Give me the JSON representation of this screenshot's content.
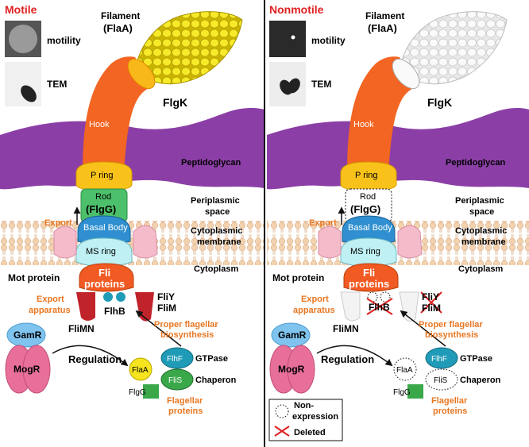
{
  "left_panel": {
    "title": "Motile",
    "inset_labels": {
      "motility": "motility",
      "tem": "TEM"
    },
    "filament_label": "Filament",
    "filament_protein": "(FlaA)",
    "flgk": "FlgK",
    "hook": "Hook",
    "peptidoglycan": "Peptidoglycan",
    "p_ring": "P ring",
    "rod": "Rod",
    "rod_protein": "(FlgG)",
    "periplasmic_1": "Periplasmic",
    "periplasmic_2": "space",
    "export": "Export",
    "basal_body": "Basal Body",
    "cyto_membrane_1": "Cytoplasmic",
    "cyto_membrane_2": "membrane",
    "ms_ring": "MS ring",
    "mot_protein": "Mot protein",
    "fli_1": "Fli",
    "fli_2": "proteins",
    "cytoplasm": "Cytoplasm",
    "export_apparatus_1": "Export",
    "export_apparatus_2": "apparatus",
    "flhb": "FlhB",
    "fliy": "FliY",
    "flim": "FliM",
    "flimn": "FliMN",
    "proper_1": "Proper flagellar",
    "proper_2": "biosynthesis",
    "gamr": "GamR",
    "mogr": "MogR",
    "regulation": "Regulation",
    "flaa": "FlaA",
    "flhf": "FlhF",
    "gtpase": "GTPase",
    "flis": "FliS",
    "chaperon": "Chaperon",
    "flgg": "FlgG",
    "flagellar_1": "Flagellar",
    "flagellar_2": "proteins"
  },
  "right_panel": {
    "title": "Nonmotile",
    "inset_labels": {
      "motility": "motility",
      "tem": "TEM"
    },
    "filament_label": "Filament",
    "filament_protein": "(FlaA)",
    "flgk": "FlgK",
    "hook": "Hook",
    "peptidoglycan": "Peptidoglycan",
    "p_ring": "P ring",
    "rod": "Rod",
    "rod_protein": "(FlgG)",
    "periplasmic_1": "Periplasmic",
    "periplasmic_2": "space",
    "export": "Export",
    "basal_body": "Basal Body",
    "cyto_membrane_1": "Cytoplasmic",
    "cyto_membrane_2": "membrane",
    "ms_ring": "MS ring",
    "mot_protein": "Mot protein",
    "fli_1": "Fli",
    "fli_2": "proteins",
    "cytoplasm": "Cytoplasm",
    "export_apparatus_1": "Export",
    "export_apparatus_2": "apparatus",
    "flhb": "FlhB",
    "fliy": "FliY",
    "flim": "FliM",
    "flimn": "FliMN",
    "proper_1": "Proper flagellar",
    "proper_2": "biosynthesis",
    "gamr": "GamR",
    "mogr": "MogR",
    "regulation": "Regulation",
    "flaa": "FlaA",
    "flhf": "FlhF",
    "gtpase": "GTPase",
    "flis": "FliS",
    "chaperon": "Chaperon",
    "flgg": "FlgG",
    "flagellar_1": "Flagellar",
    "flagellar_2": "proteins"
  },
  "legend": {
    "nonexpression_1": "Non-",
    "nonexpression_2": "expression",
    "deleted": "Deleted"
  },
  "colors": {
    "title_red": "#e02020",
    "orange_label": "#e87722",
    "filament_yellow": "#f5e61e",
    "hook_orange": "#f26522",
    "peptidoglycan": "#8b3fa6",
    "p_ring": "#f9c21a",
    "rod_green": "#4cc06a",
    "basal_blue": "#2f8fd0",
    "ms_ring": "#bff0f3",
    "fli_orange": "#f15a22",
    "export_red": "#c1232b",
    "gamr_blue": "#7fc3ef",
    "mogr_pink": "#e86f9a",
    "flhf_teal": "#1f9bb7",
    "flis_green": "#3aa849",
    "mot_pink": "#f4bccb"
  }
}
